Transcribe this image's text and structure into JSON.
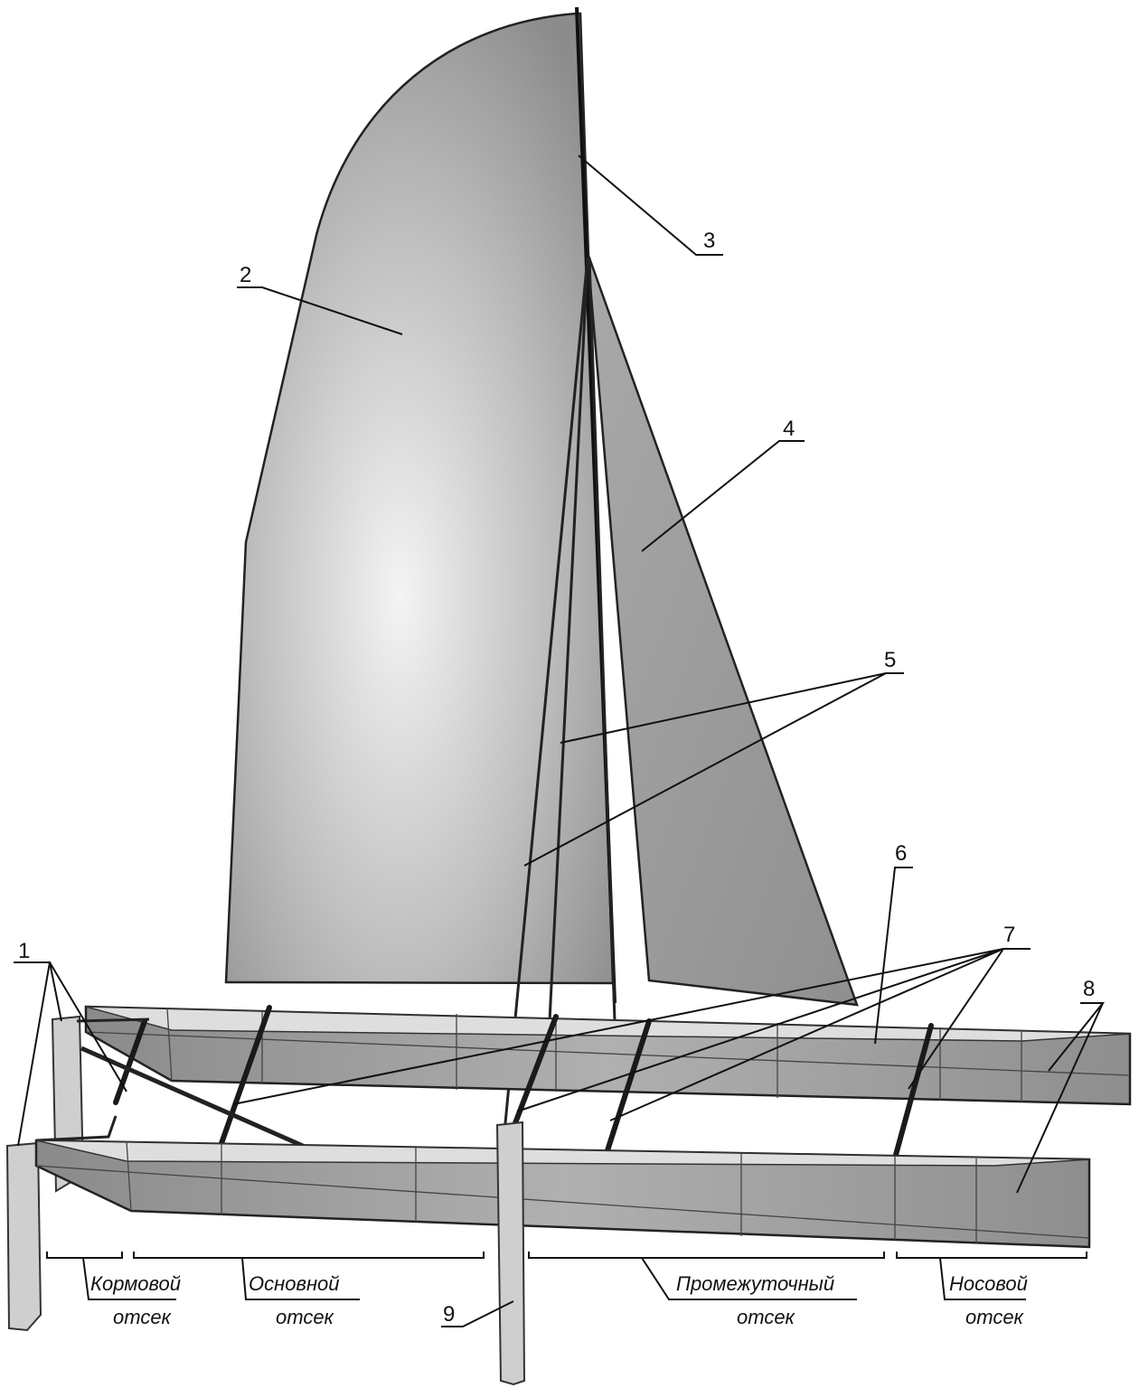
{
  "callouts": {
    "n1": "1",
    "n2": "2",
    "n3": "3",
    "n4": "4",
    "n5": "5",
    "n6": "6",
    "n7": "7",
    "n8": "8",
    "n9": "9"
  },
  "compartments": [
    {
      "line1": "Кормовой",
      "line2": "отсек"
    },
    {
      "line1": "Основной",
      "line2": "отсек"
    },
    {
      "line1": "Промежуточный",
      "line2": "отсек"
    },
    {
      "line1": "Носовой",
      "line2": "отсек"
    }
  ],
  "colors": {
    "sail": "#9a9a9a",
    "hull": "#8a8a8a",
    "deck": "#dcdcdc",
    "fin": "#cfcfcf"
  }
}
